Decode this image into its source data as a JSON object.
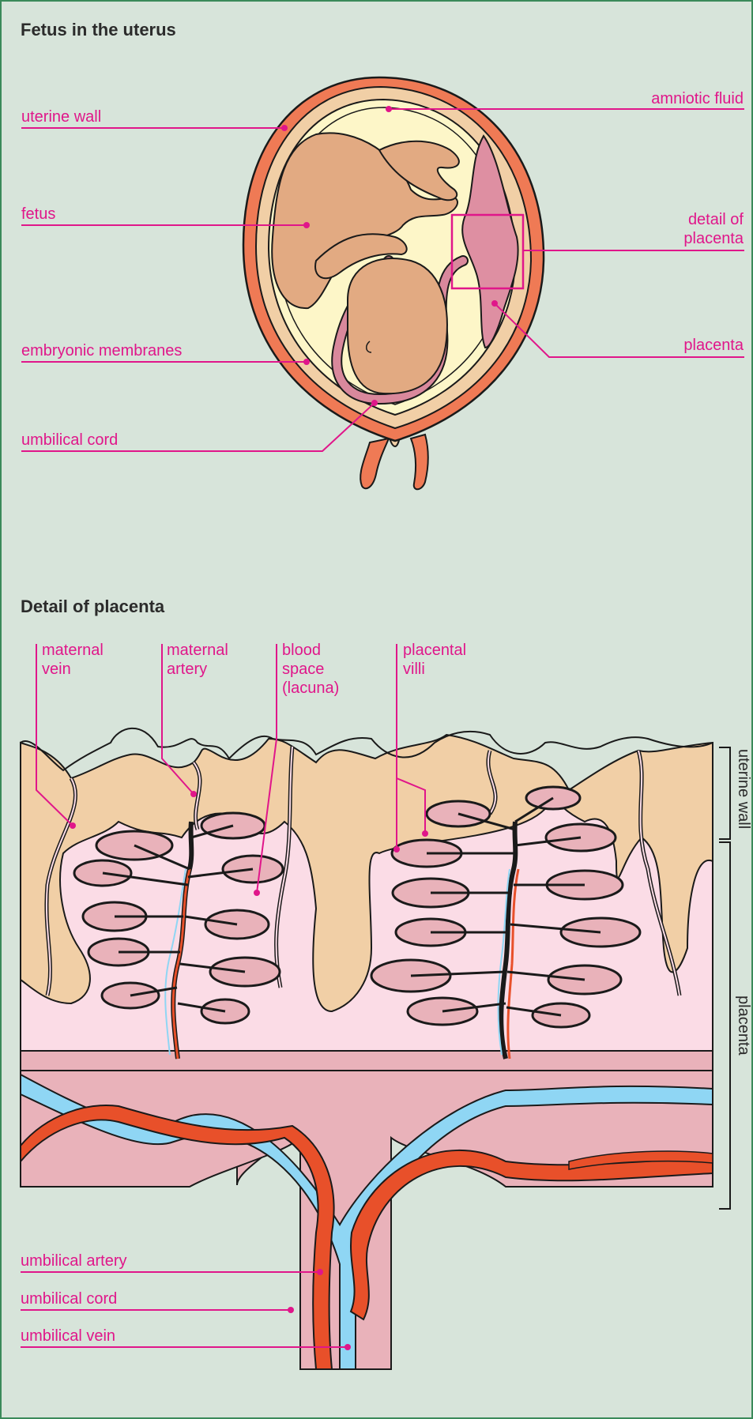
{
  "sections": {
    "uterus_title": "Fetus in the uterus",
    "placenta_title": "Detail of placenta"
  },
  "uterus_labels": {
    "uterine_wall": "uterine wall",
    "fetus": "fetus",
    "embryonic_membranes": "embryonic membranes",
    "umbilical_cord": "umbilical cord",
    "amniotic_fluid": "amniotic fluid",
    "detail_of_placenta_line1": "detail of",
    "detail_of_placenta_line2": "placenta",
    "placenta": "placenta"
  },
  "placenta_labels": {
    "maternal_vein": [
      "maternal",
      "vein"
    ],
    "maternal_artery": [
      "maternal",
      "artery"
    ],
    "blood_space": [
      "blood",
      "space",
      "(lacuna)"
    ],
    "placental_villi": [
      "placental",
      "villi"
    ],
    "umbilical_artery": "umbilical artery",
    "umbilical_cord": "umbilical cord",
    "umbilical_vein": "umbilical vein",
    "side_uterine_wall": "uterine wall",
    "side_placenta": "placenta"
  },
  "colors": {
    "background": "#d7e4da",
    "label": "#e0168a",
    "uterine_wall": "#ef7a55",
    "tissue": "#f1cfa6",
    "blood_space": "#fbdce6",
    "artery": "#e8502a",
    "vein": "#8fd6f4"
  }
}
